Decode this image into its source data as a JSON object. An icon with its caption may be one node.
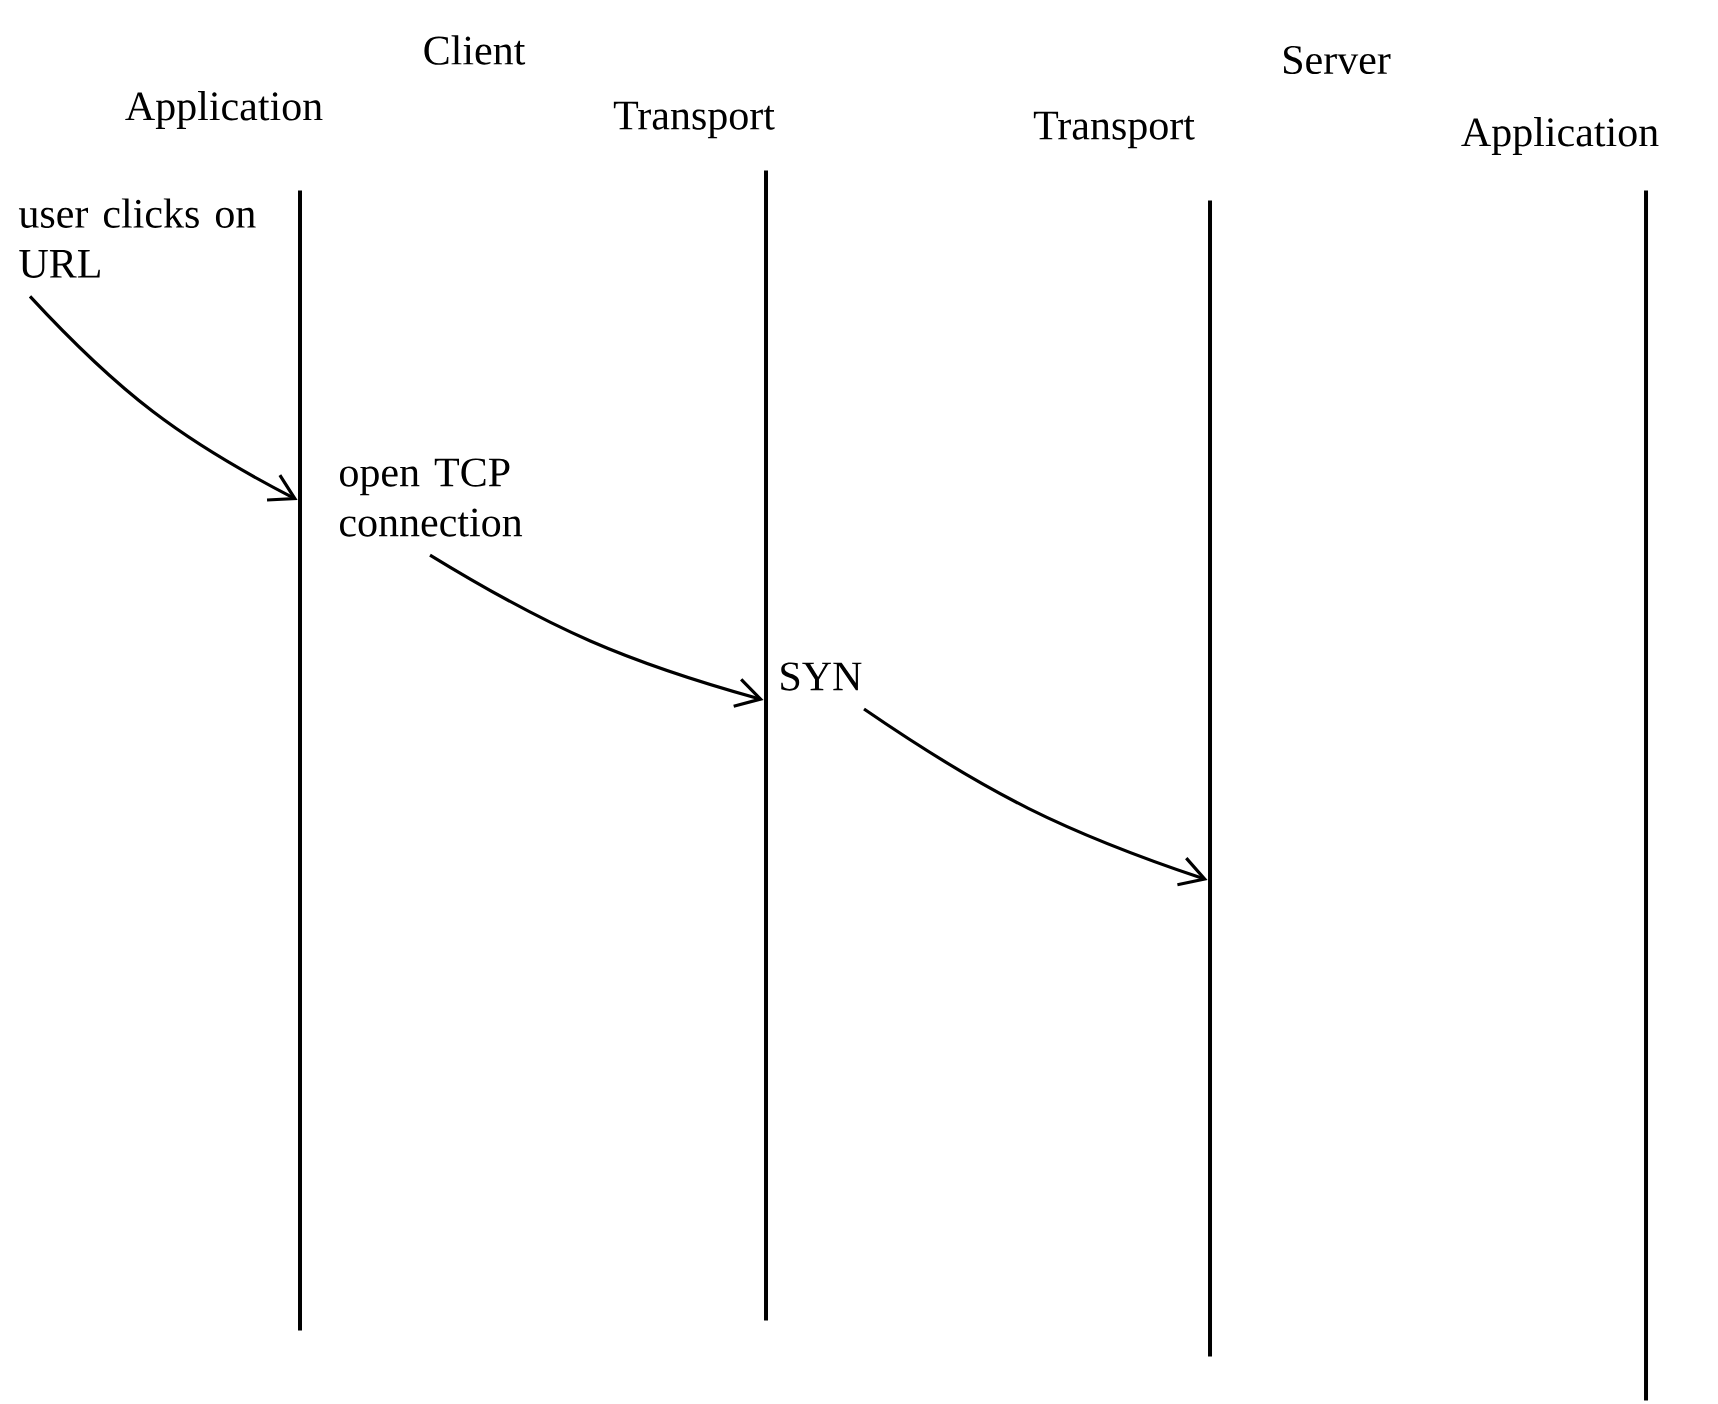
{
  "diagram": {
    "nodes": [
      {
        "text": [
          "Application"
        ]
      },
      {
        "text": [
          "Transport"
        ]
      },
      {
        "text": [
          "Transport"
        ]
      },
      {
        "text": [
          "Application"
        ]
      },
      {
        "text": [
          "user clicks on URL"
        ]
      },
      {
        "text": [
          "open TCP connection"
        ]
      },
      {
        "text": [
          "SYN"
        ]
      }
    ],
    "edges": [
      {
        "from": 4,
        "to": 0,
        "arrow": "to"
      },
      {
        "from": 5,
        "to": 1,
        "arrow": "to"
      },
      {
        "from": 6,
        "to": 2,
        "arrow": "to"
      }
    ],
    "labels": [
      "Client",
      "Server"
    ]
  }
}
